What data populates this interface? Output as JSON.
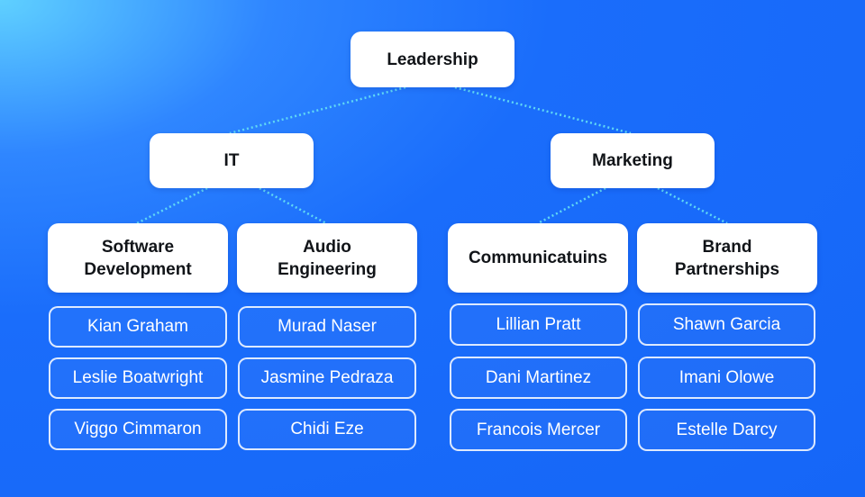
{
  "root": {
    "label": "Leadership"
  },
  "departments": [
    {
      "label": "IT",
      "teams": [
        {
          "label_lines": [
            "Software",
            "Development"
          ],
          "members": [
            "Kian Graham",
            "Leslie Boatwright",
            "Viggo Cimmaron"
          ]
        },
        {
          "label_lines": [
            "Audio",
            "Engineering"
          ],
          "members": [
            "Murad Naser",
            "Jasmine Pedraza",
            "Chidi Eze"
          ]
        }
      ]
    },
    {
      "label": "Marketing",
      "teams": [
        {
          "label_lines": [
            "Communicatuins"
          ],
          "members": [
            "Lillian Pratt",
            "Dani Martinez",
            "Francois Mercer"
          ]
        },
        {
          "label_lines": [
            "Brand",
            "Partnerships"
          ],
          "members": [
            "Shawn Garcia",
            "Imani Olowe",
            "Estelle Darcy"
          ]
        }
      ]
    }
  ],
  "colors": {
    "background": "#1566f7",
    "connector": "#5fd8f5",
    "node_fill": "#ffffff",
    "node_text": "#111418",
    "member_text": "#ffffff"
  }
}
